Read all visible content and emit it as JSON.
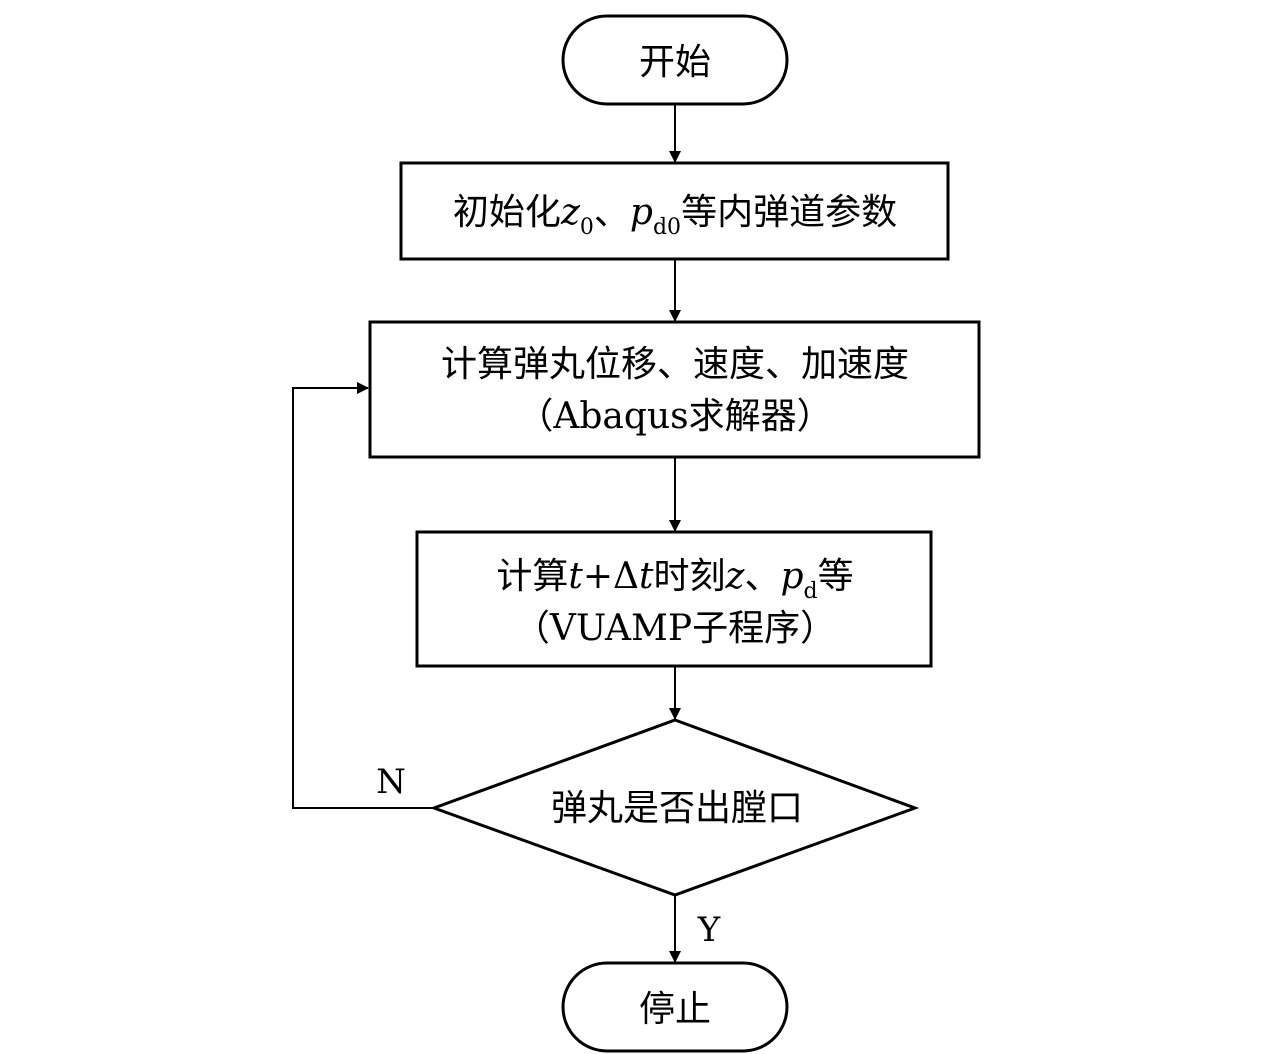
{
  "nodes": {
    "start": {
      "label": "开始"
    },
    "init": {
      "prefix": "初始化",
      "var1": "z",
      "var1_sub": "0",
      "sep": "、",
      "var2": "p",
      "var2_sub": "d0",
      "suffix": "等内弹道参数"
    },
    "compute_motion": {
      "line1": "计算弹丸位移、速度、加速度",
      "line2": "（Abaqus求解器）"
    },
    "compute_params": {
      "prefix": "计算",
      "t1": "t",
      "plus_delta": "+Δ",
      "t2": "t",
      "mid": "时刻",
      "var1": "z",
      "sep": "、",
      "var2": "p",
      "var2_sub": "d",
      "suffix": "等",
      "line2": "（VUAMP子程序）"
    },
    "decision": {
      "label": "弹丸是否出膛口"
    },
    "stop": {
      "label": "停止"
    }
  },
  "edges": {
    "no_label": "N",
    "yes_label": "Y"
  }
}
